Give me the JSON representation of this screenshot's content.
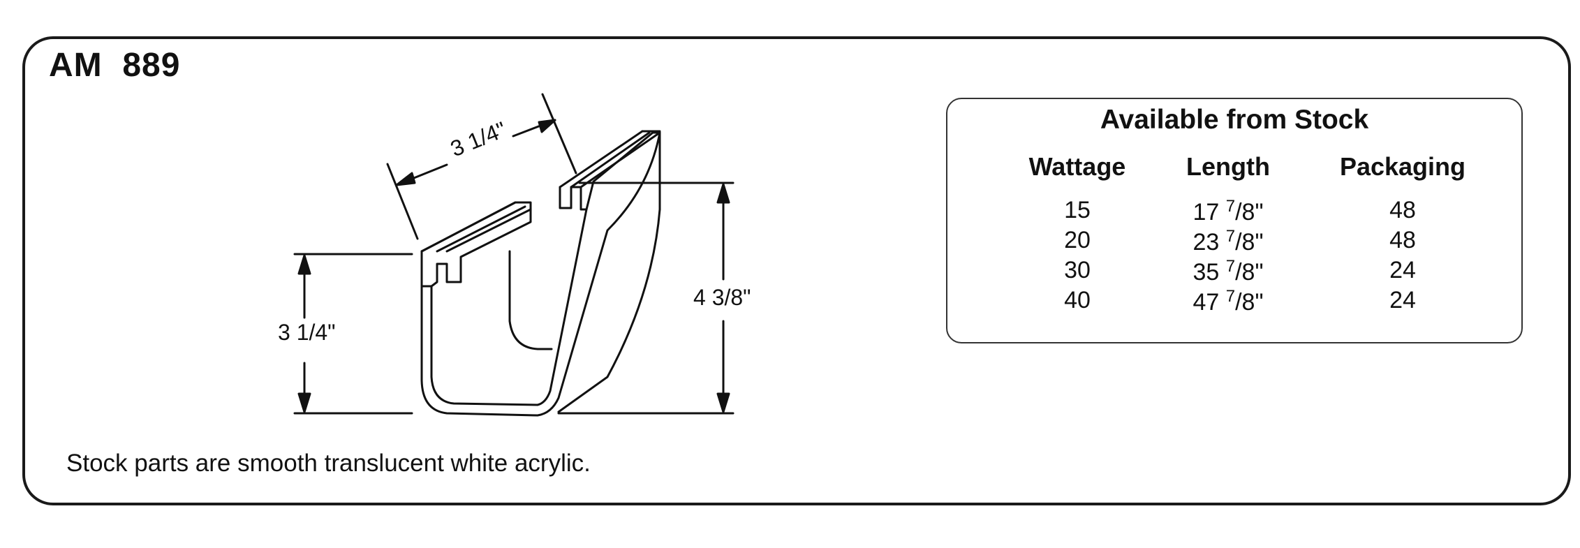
{
  "part_number": "AM  889",
  "dimensions": {
    "top_width": "3 1/4\"",
    "left_height": "3 1/4\"",
    "right_height": "4 3/8\""
  },
  "caption": "Stock parts are smooth translucent white acrylic.",
  "stock_table": {
    "title": "Available from Stock",
    "headers": [
      "Wattage",
      "Length",
      "Packaging"
    ],
    "rows": [
      {
        "wattage": "15",
        "length_whole": "17",
        "length_num": "7",
        "length_den": "8\"",
        "packaging": "48"
      },
      {
        "wattage": "20",
        "length_whole": "23",
        "length_num": "7",
        "length_den": "8\"",
        "packaging": "48"
      },
      {
        "wattage": "30",
        "length_whole": "35",
        "length_num": "7",
        "length_den": "8\"",
        "packaging": "24"
      },
      {
        "wattage": "40",
        "length_whole": "47",
        "length_num": "7",
        "length_den": "8\"",
        "packaging": "24"
      }
    ]
  }
}
